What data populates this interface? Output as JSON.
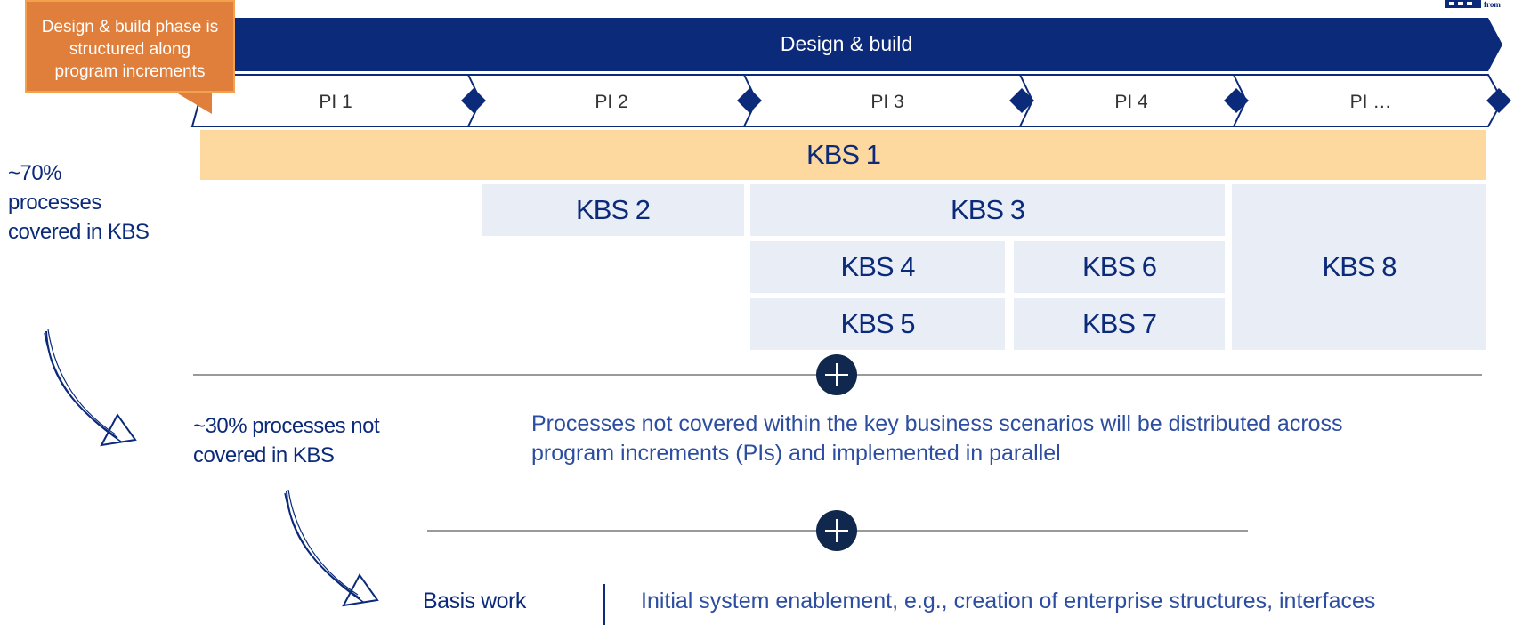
{
  "callout": {
    "text_lines": [
      "Design & build phase is",
      "structured along",
      "program increments"
    ]
  },
  "banner": {
    "title": "Design & build"
  },
  "program_increments": [
    "PI 1",
    "PI 2",
    "PI 3",
    "PI 4",
    "PI …"
  ],
  "kbs": {
    "k1": "KBS 1",
    "k2": "KBS 2",
    "k3": "KBS 3",
    "k4": "KBS 4",
    "k5": "KBS 5",
    "k6": "KBS 6",
    "k7": "KBS 7",
    "k8": "KBS 8"
  },
  "left_notes": {
    "covered": [
      "~70%",
      "processes",
      "covered in KBS"
    ],
    "not_covered": [
      "~30% processes not",
      "covered in KBS"
    ]
  },
  "descriptions": {
    "not_covered_line1": "Processes not covered within the key business scenarios will be distributed across",
    "not_covered_line2": "program increments (PIs) and implemented in parallel",
    "basis_label": "Basis work",
    "basis_text": "Initial system enablement, e.g., creation of enterprise structures, interfaces"
  },
  "colors": {
    "navy": "#0b2a7a",
    "kbs1_fill": "#fdd9a0",
    "kbs_fill": "#e9edf5",
    "callout": "#e07f3c",
    "plus_circle": "#10284d"
  },
  "icons": [
    "plus-icon",
    "milestone-diamond-icon",
    "curved-arrow-icon",
    "logo-icon"
  ]
}
